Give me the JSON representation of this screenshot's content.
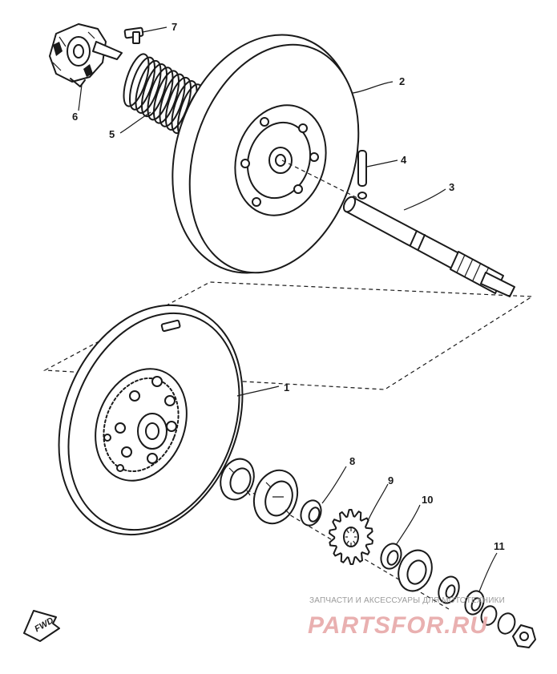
{
  "callouts": [
    {
      "id": "1",
      "label": "1"
    },
    {
      "id": "2",
      "label": "2"
    },
    {
      "id": "3",
      "label": "3"
    },
    {
      "id": "4",
      "label": "4"
    },
    {
      "id": "5",
      "label": "5"
    },
    {
      "id": "6",
      "label": "6"
    },
    {
      "id": "7",
      "label": "7"
    },
    {
      "id": "8",
      "label": "8"
    },
    {
      "id": "9",
      "label": "9"
    },
    {
      "id": "10",
      "label": "10"
    },
    {
      "id": "11",
      "label": "11"
    }
  ],
  "fwd_label": "FWD",
  "watermark": {
    "tagline": "ЗАПЧАСТИ И АКСЕССУАРЫ ДЛЯ МОТОТЕХНИКИ",
    "logo": "PARTSFOR.RU"
  },
  "colors": {
    "ink": "#1a1a1a",
    "background": "#ffffff",
    "watermark_logo": "#e9b0b0",
    "watermark_text": "#9a9a9a"
  }
}
